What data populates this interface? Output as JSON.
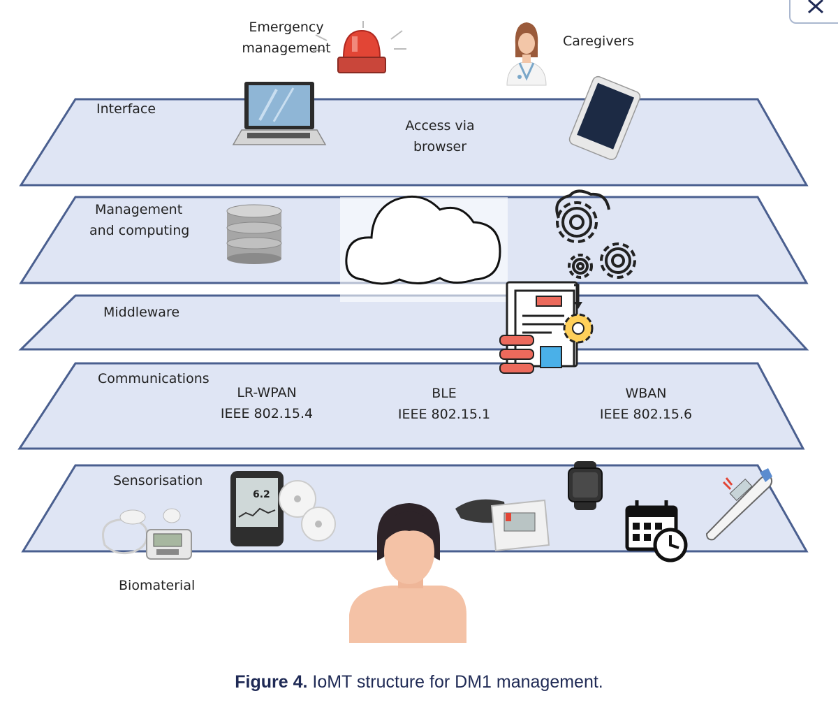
{
  "layers": {
    "interface": {
      "label": "Interface",
      "center_text_1": "Access via",
      "center_text_2": "browser"
    },
    "management": {
      "label_1": "Management",
      "label_2": "and computing"
    },
    "middleware": {
      "label": "Middleware"
    },
    "communications": {
      "label": "Communications",
      "protocols": [
        {
          "name": "LR-WPAN",
          "standard": "IEEE 802.15.4"
        },
        {
          "name": "BLE",
          "standard": "IEEE 802.15.1"
        },
        {
          "name": "WBAN",
          "standard": "IEEE 802.15.6"
        }
      ]
    },
    "sensorisation": {
      "label": "Sensorisation",
      "biomaterial": "Biomaterial"
    }
  },
  "top": {
    "emergency_1": "Emergency",
    "emergency_2": "management",
    "caregivers": "Caregivers"
  },
  "caption": {
    "prefix": "Figure 4.",
    "text": " IoMT structure for DM1 management."
  },
  "colors": {
    "plane_fill": "#dfe5f4",
    "plane_stroke": "#4a5f8f",
    "caption_text": "#1f2a55"
  },
  "icons": [
    "alarm-light-icon",
    "doctor-icon",
    "laptop-icon",
    "smartphone-icon",
    "database-icon",
    "cloud-icon",
    "gears-icon",
    "document-processing-icon",
    "insulin-pump-icon",
    "glucose-meter-icon",
    "blood-pressure-monitor-icon",
    "smartwatch-icon",
    "calendar-clock-icon",
    "thermometer-icon",
    "patient-icon"
  ]
}
